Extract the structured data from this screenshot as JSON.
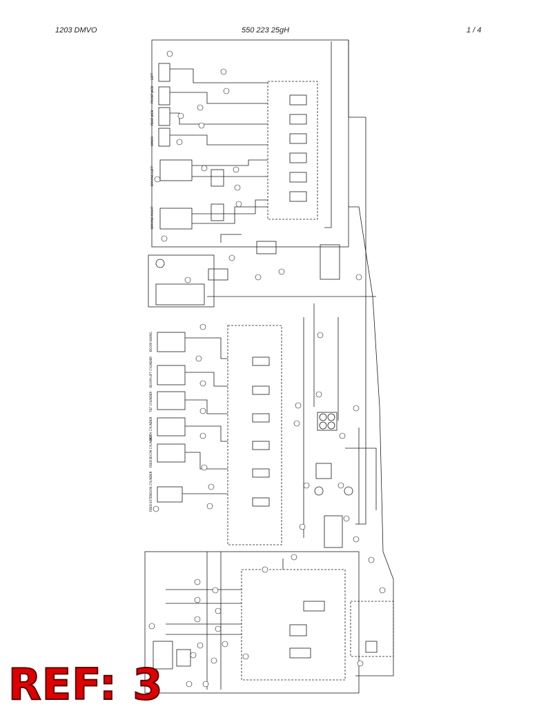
{
  "header": {
    "doc_id": "1203 DMVO",
    "doc_number": "550 223 25gH",
    "page": "1 /   4"
  },
  "ref_label": "REF: 3",
  "colors": {
    "ink": "#1a1a1a",
    "ref_fill": "#e00000",
    "ref_stroke": "#5a0000"
  },
  "schematic": {
    "top_section_labels": [
      "LEFT",
      "FRONT JACK",
      "REAR JACK",
      "WINCH",
      "DRIVING LEFT",
      "DRIVING RIGHT"
    ],
    "mid_section_labels": [
      "BOOM SWING",
      "BOOM LIFT CYLINDER",
      "TILT CYLINDER",
      "ROTA CYLINDER",
      "FEED BOOM CYLINDER",
      "FEED EXTENSION CYLINDER"
    ]
  }
}
